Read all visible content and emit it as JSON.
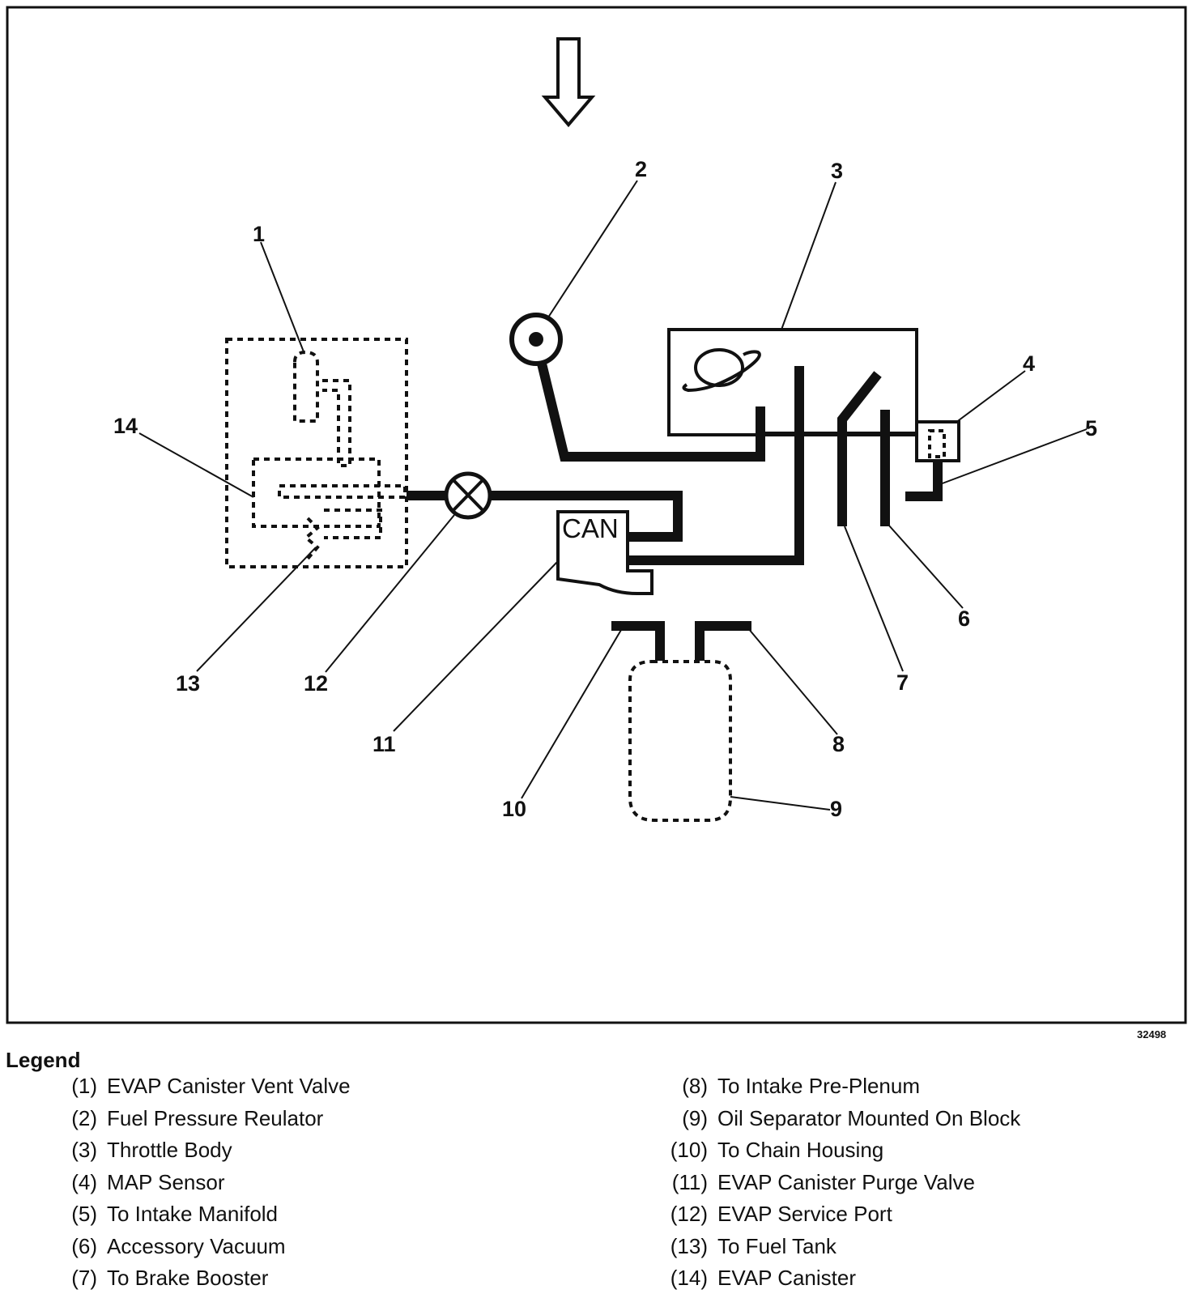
{
  "figure": {
    "id": "32498",
    "component_labels": {
      "canister_purge_valve_text": "CAN"
    },
    "callouts": [
      "1",
      "2",
      "3",
      "4",
      "5",
      "6",
      "7",
      "8",
      "9",
      "10",
      "11",
      "12",
      "13",
      "14"
    ]
  },
  "legend": {
    "title": "Legend",
    "left_items": [
      {
        "num": "(1)",
        "text": "EVAP Canister Vent Valve"
      },
      {
        "num": "(2)",
        "text": "Fuel Pressure Reulator"
      },
      {
        "num": "(3)",
        "text": "Throttle Body"
      },
      {
        "num": "(4)",
        "text": "MAP Sensor"
      },
      {
        "num": "(5)",
        "text": "To Intake Manifold"
      },
      {
        "num": "(6)",
        "text": "Accessory Vacuum"
      },
      {
        "num": "(7)",
        "text": "To Brake Booster"
      }
    ],
    "right_items": [
      {
        "num": "(8)",
        "text": "To Intake Pre-Plenum"
      },
      {
        "num": "(9)",
        "text": "Oil Separator Mounted On Block"
      },
      {
        "num": "(10)",
        "text": "To Chain Housing"
      },
      {
        "num": "(11)",
        "text": "EVAP Canister Purge Valve"
      },
      {
        "num": "(12)",
        "text": "EVAP Service Port"
      },
      {
        "num": "(13)",
        "text": "To Fuel Tank"
      },
      {
        "num": "(14)",
        "text": "EVAP Canister"
      }
    ]
  }
}
